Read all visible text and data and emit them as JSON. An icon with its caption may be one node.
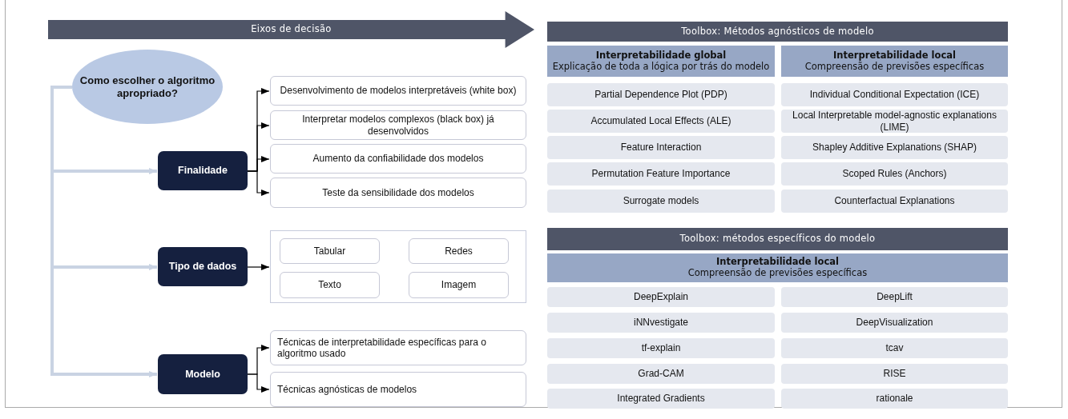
{
  "diagram": {
    "nodes": [
      {
        "text": [
          "Eixos de decisão"
        ]
      },
      {
        "text": [
          "Como escolher o algoritmo apropriado?"
        ]
      },
      {
        "text": [
          "Finalidade"
        ]
      },
      {
        "text": [
          "Desenvolvimento de modelos interpretáveis (white box)"
        ]
      },
      {
        "text": [
          "Interpretar modelos complexos (black box) já desenvolvidos"
        ]
      },
      {
        "text": [
          "Aumento da confiabilidade dos modelos"
        ]
      },
      {
        "text": [
          "Teste da sensibilidade dos modelos"
        ]
      },
      {
        "text": [
          "Tipo de dados"
        ]
      },
      {
        "text": [],
        "shape": "box"
      },
      {
        "text": [
          "Tabular"
        ],
        "in": 8
      },
      {
        "text": [
          "Redes"
        ],
        "in": 8
      },
      {
        "text": [
          "Texto"
        ],
        "in": 8
      },
      {
        "text": [
          "Imagem"
        ],
        "in": 8
      },
      {
        "text": [
          "Modelo"
        ]
      },
      {
        "text": [
          "Técnicas de interpretabilidade específicas para o algoritmo usado"
        ]
      },
      {
        "text": [
          "Técnicas agnósticas de modelos"
        ]
      },
      {
        "text": [
          "Toolbox: Métodos agnósticos de modelo"
        ]
      },
      {
        "text": [
          "Interpretabilidade global",
          "Explicação de toda a lógica por trás do modelo"
        ]
      },
      {
        "text": [
          "Interpretabilidade local",
          "Compreensão de previsões específicas"
        ]
      },
      {
        "text": [
          "Partial Dependence Plot (PDP)"
        ]
      },
      {
        "text": [
          "Individual Conditional Expectation (ICE)"
        ]
      },
      {
        "text": [
          "Accumulated Local Effects (ALE)"
        ]
      },
      {
        "text": [
          "Local Interpretable model-agnostic explanations (LIME)"
        ]
      },
      {
        "text": [
          "Feature Interaction"
        ]
      },
      {
        "text": [
          "Shapley Additive Explanations (SHAP)"
        ]
      },
      {
        "text": [
          "Permutation Feature Importance"
        ]
      },
      {
        "text": [
          "Scoped Rules (Anchors)"
        ]
      },
      {
        "text": [
          "Surrogate models"
        ]
      },
      {
        "text": [
          "Counterfactual Explanations"
        ]
      },
      {
        "text": [
          "Toolbox: métodos específicos do modelo"
        ]
      },
      {
        "text": [
          "Interpretabilidade local",
          "Compreensão de previsões específicas"
        ]
      },
      {
        "text": [
          "DeepExplain"
        ]
      },
      {
        "text": [
          "DeepLift"
        ]
      },
      {
        "text": [
          "iNNvestigate"
        ]
      },
      {
        "text": [
          "DeepVisualization"
        ]
      },
      {
        "text": [
          "tf-explain"
        ]
      },
      {
        "text": [
          "tcav"
        ]
      },
      {
        "text": [
          "Grad-CAM"
        ]
      },
      {
        "text": [
          "RISE"
        ]
      },
      {
        "text": [
          "Integrated Gradients"
        ]
      },
      {
        "text": [
          "rationale"
        ]
      }
    ],
    "edges": [
      {
        "from": 1,
        "to": 2,
        "arrow": "to",
        "style": "thick",
        "color": "#c9d3e3"
      },
      {
        "from": 1,
        "to": 7,
        "arrow": "to",
        "style": "thick",
        "color": "#c9d3e3"
      },
      {
        "from": 1,
        "to": 13,
        "arrow": "to",
        "style": "thick",
        "color": "#c9d3e3"
      },
      {
        "from": 2,
        "to": 3,
        "arrow": "to"
      },
      {
        "from": 2,
        "to": 4,
        "arrow": "to"
      },
      {
        "from": 2,
        "to": 5,
        "arrow": "to"
      },
      {
        "from": 2,
        "to": 6,
        "arrow": "to"
      },
      {
        "from": 7,
        "to": 8,
        "arrow": "to"
      },
      {
        "from": 13,
        "to": 14,
        "arrow": "to"
      },
      {
        "from": 13,
        "to": 15,
        "arrow": "to"
      }
    ]
  }
}
